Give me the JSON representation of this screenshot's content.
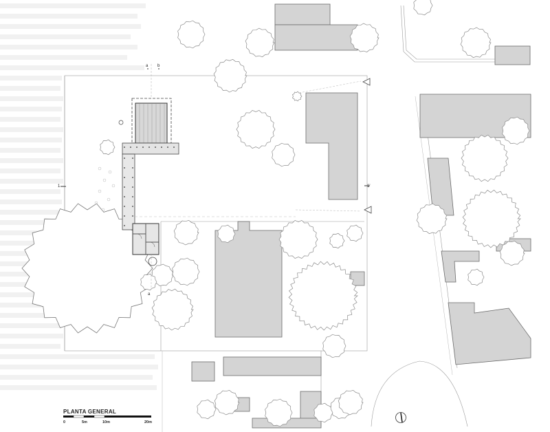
{
  "plan": {
    "title": "PLANTA GENERAL",
    "scale_ticks": [
      "0",
      "5m",
      "10m",
      "20m"
    ],
    "section_marks": {
      "a_top": "a",
      "b_top": "b",
      "a_bottom": "a",
      "one_left": "1",
      "one_right": "1'"
    },
    "colors": {
      "building": "#d4d4d4",
      "outline": "#6a6a6a",
      "band": "#f1f1f1",
      "tree": "#8a8a8a"
    }
  }
}
